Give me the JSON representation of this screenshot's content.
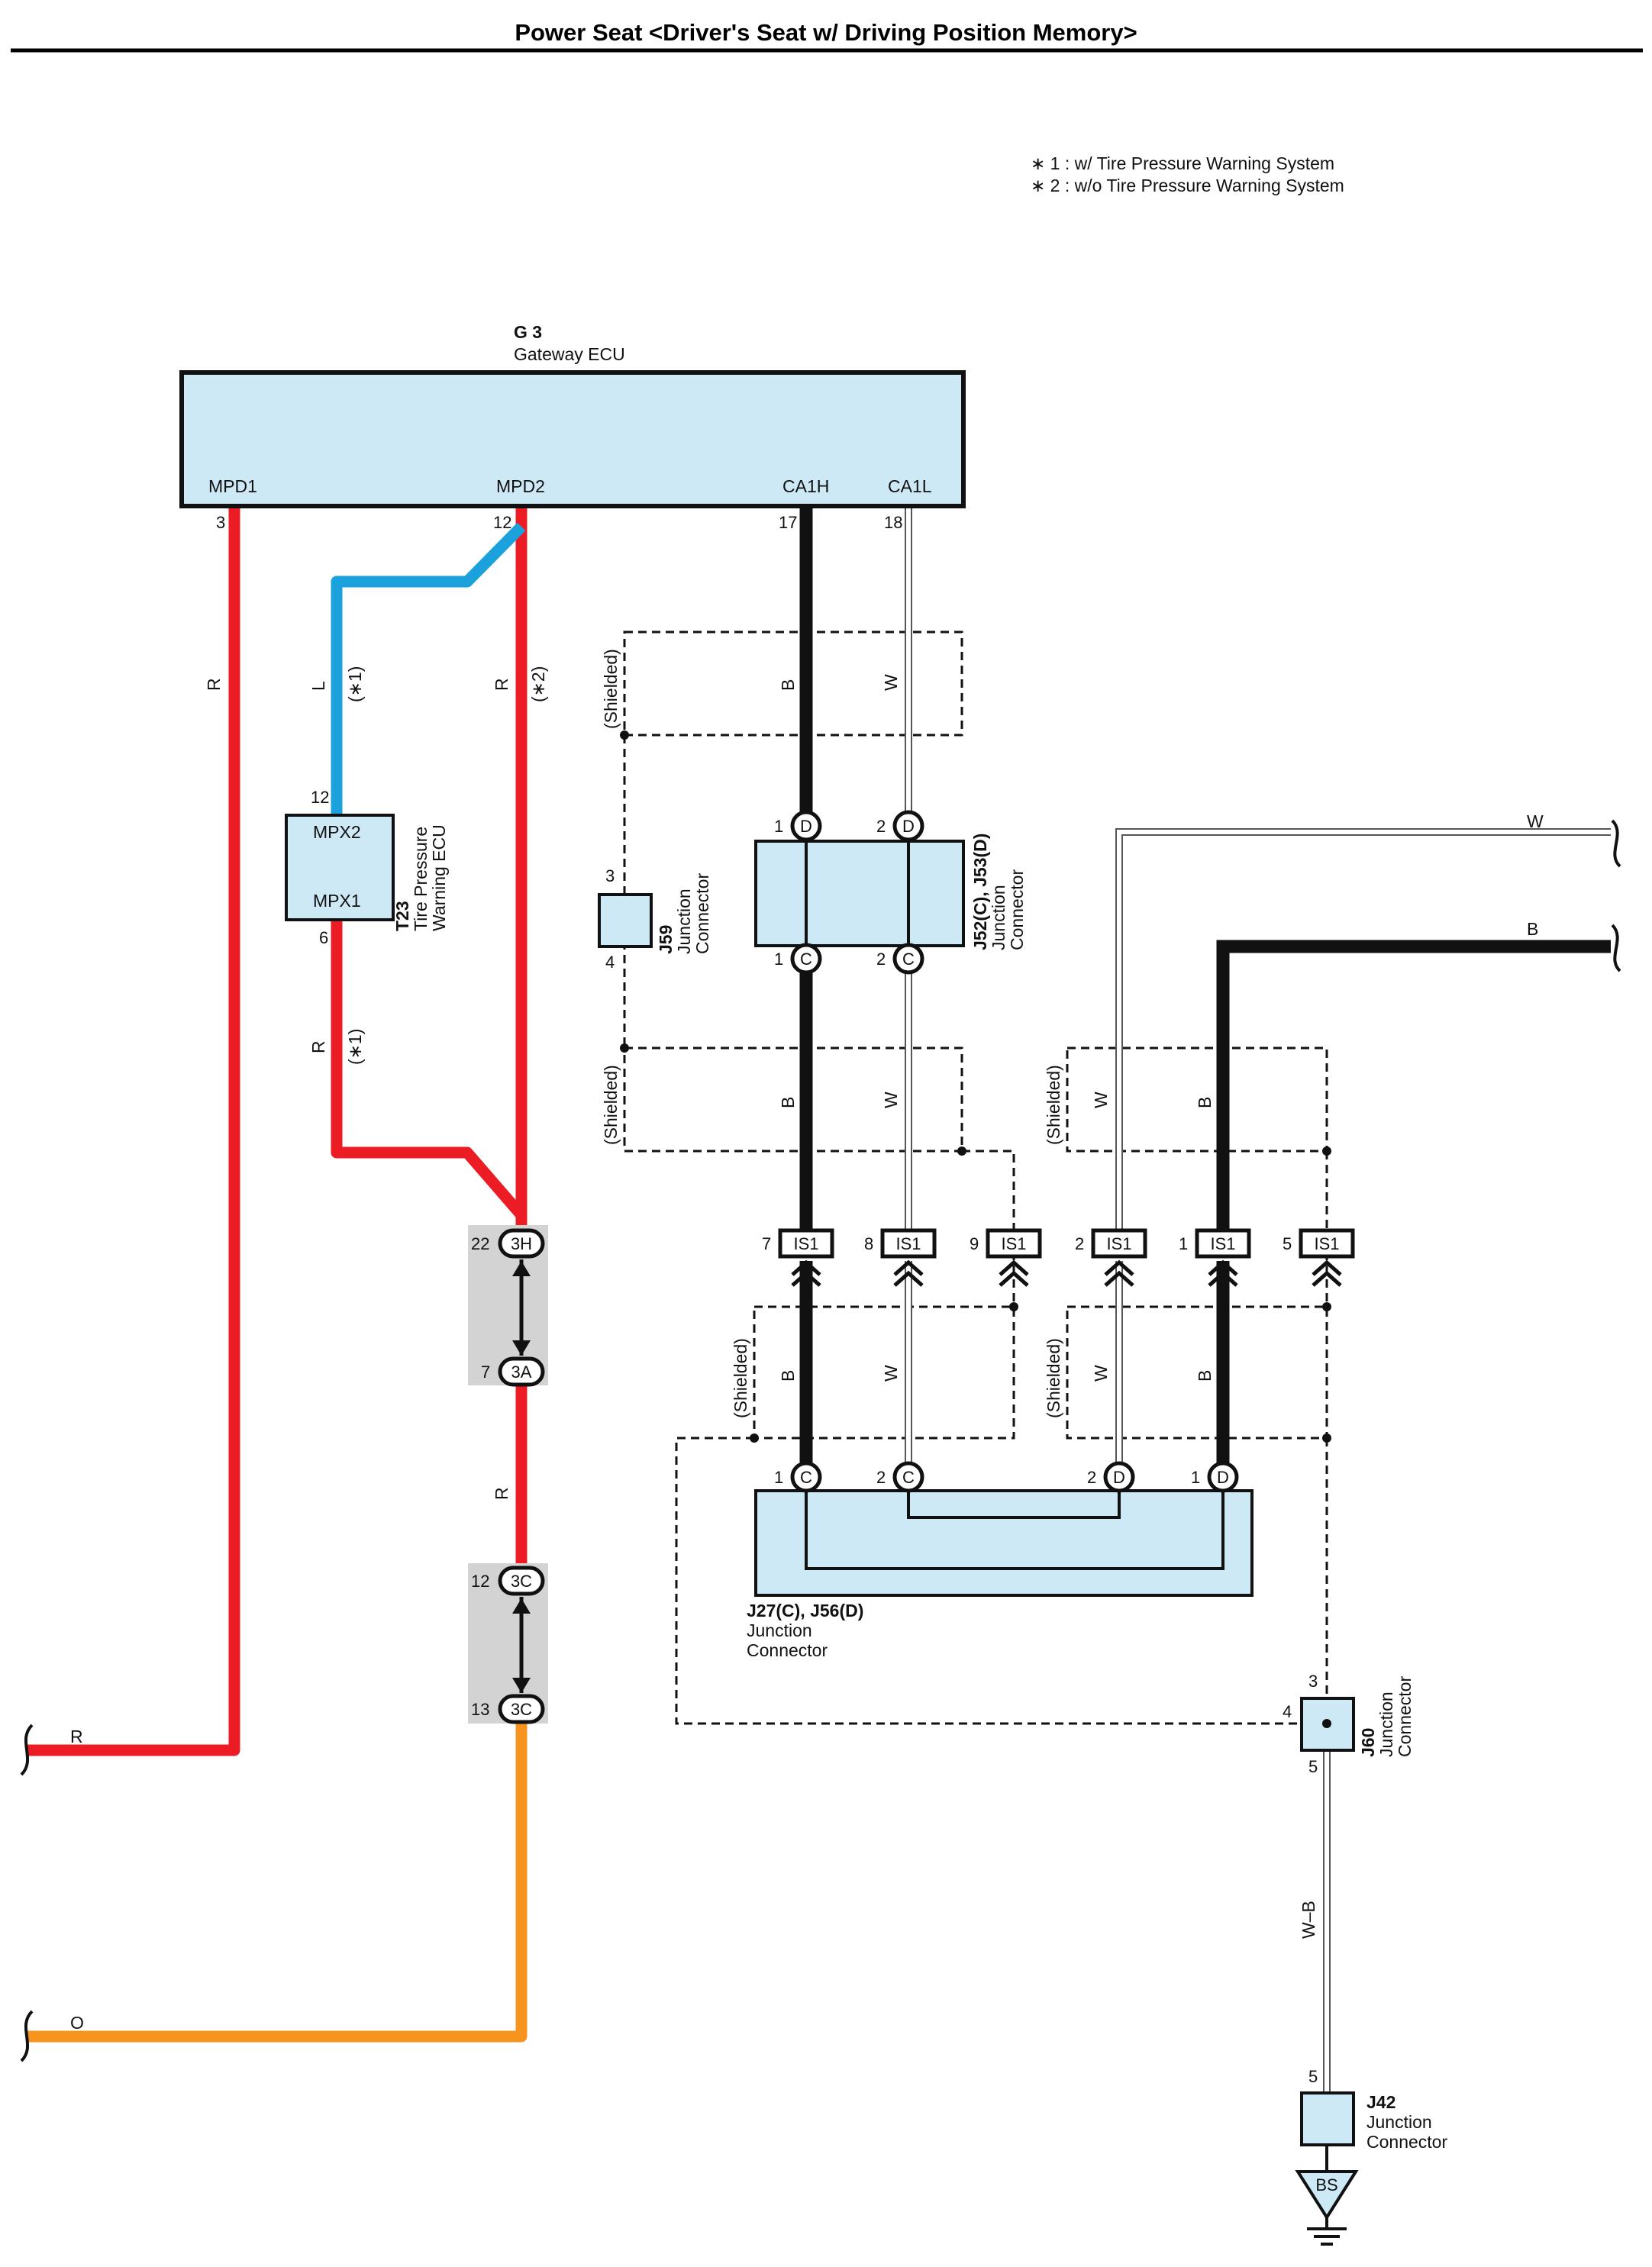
{
  "title": "Power Seat <Driver's Seat w/ Driving Position Memory>",
  "notes": [
    "∗ 1 : w/ Tire Pressure Warning System",
    "∗ 2 : w/o Tire Pressure Warning System"
  ],
  "colors": {
    "red": "#ec1c24",
    "blue": "#1ba1dc",
    "orange": "#f7941d",
    "black": "#111111",
    "component_fill": "#cde9f6",
    "connector_gray": "#d3d3d3"
  },
  "gateway_ecu": {
    "code": "G 3",
    "name": "Gateway ECU",
    "terminals": [
      {
        "name": "MPD1",
        "pin": "3"
      },
      {
        "name": "MPD2",
        "pin": "12"
      },
      {
        "name": "CA1H",
        "pin": "17"
      },
      {
        "name": "CA1L",
        "pin": "18"
      }
    ]
  },
  "tire_ecu": {
    "code": "T23",
    "name_line1": "Tire Pressure",
    "name_line2": "Warning ECU",
    "mpx2": "MPX2",
    "mpx1": "MPX1",
    "pin_top": "12",
    "pin_bottom": "6"
  },
  "j59": {
    "code": "J59",
    "line1": "Junction",
    "line2": "Connector",
    "pin_top": "3",
    "pin_bottom": "4"
  },
  "j52": {
    "code": "J52(C), J53(D)",
    "line1": "Junction",
    "line2": "Connector",
    "pins": [
      "1",
      "2",
      "1",
      "2"
    ],
    "letters": [
      "D",
      "D",
      "C",
      "C"
    ]
  },
  "j27": {
    "code": "J27(C), J56(D)",
    "line1": "Junction",
    "line2": "Connector",
    "pins": [
      "1",
      "2",
      "2",
      "1"
    ],
    "letters": [
      "C",
      "C",
      "D",
      "D"
    ]
  },
  "j60": {
    "code": "J60",
    "line1": "Junction",
    "line2": "Connector",
    "pin_top": "3",
    "pin_left": "4",
    "pin_bottom": "5"
  },
  "j42": {
    "code": "J42",
    "line1": "Junction",
    "line2": "Connector",
    "pin_top": "5"
  },
  "ground": {
    "label": "BS"
  },
  "inline_connectors": [
    {
      "pin": "22",
      "code": "3H"
    },
    {
      "pin": "7",
      "code": "3A"
    },
    {
      "pin": "12",
      "code": "3C"
    },
    {
      "pin": "13",
      "code": "3C"
    }
  ],
  "is1_connectors": [
    {
      "pin": "7",
      "code": "IS1"
    },
    {
      "pin": "8",
      "code": "IS1"
    },
    {
      "pin": "9",
      "code": "IS1"
    },
    {
      "pin": "2",
      "code": "IS1"
    },
    {
      "pin": "1",
      "code": "IS1"
    },
    {
      "pin": "5",
      "code": "IS1"
    }
  ],
  "wire_colors": {
    "R": "R",
    "L": "L",
    "B": "B",
    "W": "W",
    "O": "O",
    "WB": "W–B"
  },
  "options": {
    "opt1": "(∗1)",
    "opt2": "(∗2)"
  },
  "shielded_label": "(Shielded)"
}
